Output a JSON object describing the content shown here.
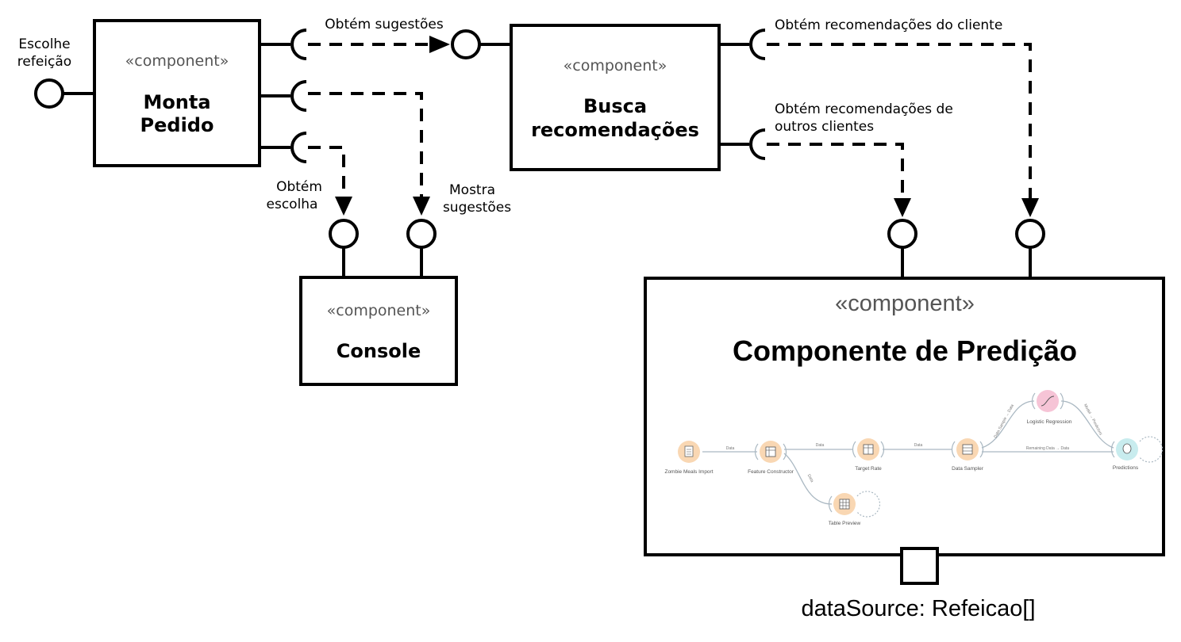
{
  "components": {
    "monta_pedido": {
      "stereotype": "«component»",
      "name_line1": "Monta",
      "name_line2": "Pedido"
    },
    "busca_recomendacoes": {
      "stereotype": "«component»",
      "name_line1": "Busca",
      "name_line2": "recomendações"
    },
    "console": {
      "stereotype": "«component»",
      "name": "Console"
    },
    "componente_predicao": {
      "stereotype": "«component»",
      "name": "Componente de Predição"
    }
  },
  "interfaces": {
    "escolhe_refeicao": {
      "line1": "Escolhe",
      "line2": "refeição"
    },
    "obtem_sugestoes": "Obtém sugestões",
    "obtem_escolha": {
      "line1": "Obtém",
      "line2": "escolha"
    },
    "mostra_sugestoes": {
      "line1": "Mostra",
      "line2": "sugestões"
    },
    "obtem_recomendacoes_cliente": "Obtém recomendações do cliente",
    "obtem_recomendacoes_outros": {
      "line1": "Obtém recomendações de",
      "line2": "outros clientes"
    }
  },
  "port": {
    "label": "dataSource: Refeicao[]"
  },
  "workflow": {
    "nodes": {
      "zombie": "Zombie Meals Import",
      "feature": "Feature Constructor",
      "target": "Target Rate",
      "sampler": "Data Sampler",
      "logistic": "Logistic Regression",
      "predictions": "Predictions",
      "table": "Table Preview"
    },
    "edges": {
      "e1": "Data",
      "e2": "Data",
      "e3": "Data",
      "e4": "Data",
      "e5": "Data Sample → Data",
      "e6": "Model → Predictors",
      "e7": "Remaining Data → Data"
    },
    "colors": {
      "orange_node": "#f9d7b3",
      "pink_node": "#f6c4d6",
      "teal_node": "#c8ecee"
    }
  }
}
